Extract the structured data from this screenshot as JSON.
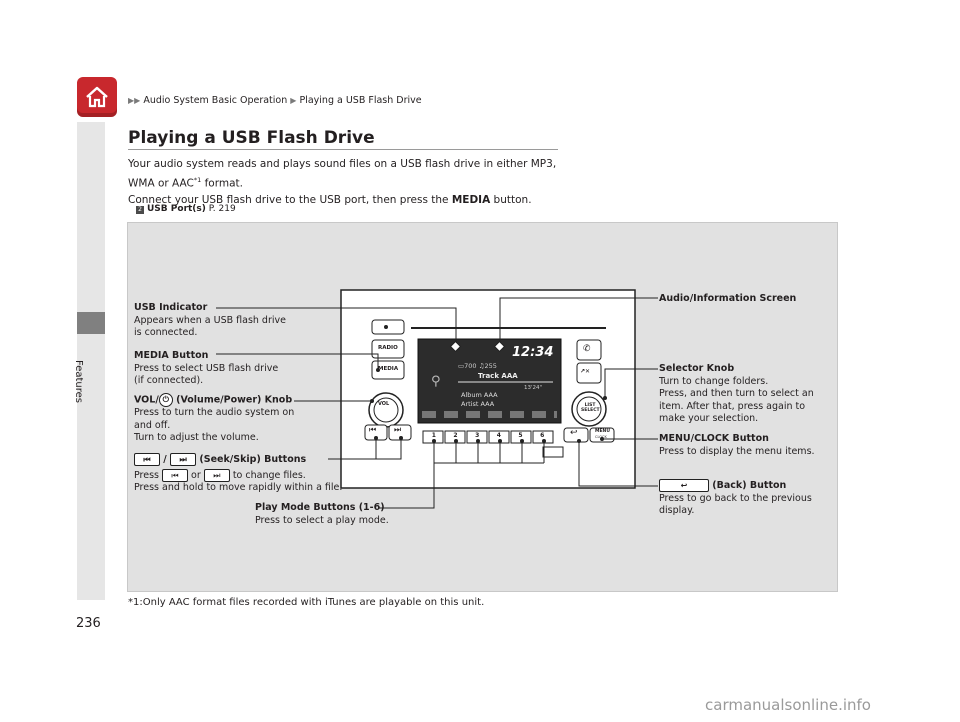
{
  "breadcrumb": {
    "arrow": "▶▶",
    "section": "Audio System Basic Operation",
    "sep": "▶",
    "page": "Playing a USB Flash Drive"
  },
  "sidebar": {
    "label": "Features"
  },
  "title": "Playing a USB Flash Drive",
  "intro": {
    "line1": "Your audio system reads and plays sound files on a USB flash drive in either MP3,",
    "line2a": "WMA or AAC",
    "line2sup": "*1",
    "line2b": " format.",
    "line3a": "Connect your USB flash drive to the USB port, then press the ",
    "line3bold": "MEDIA",
    "line3b": " button."
  },
  "reference": {
    "icon": "2",
    "label": "USB Port(s)",
    "page": " P. 219"
  },
  "figure": {
    "labels": {
      "usb_indicator": {
        "title": "USB Indicator",
        "desc1": "Appears when a USB flash drive",
        "desc2": "is connected."
      },
      "media_button": {
        "title": "MEDIA Button",
        "desc1": "Press to select USB flash drive",
        "desc2": "(if connected)."
      },
      "vol_knob": {
        "title_a": "VOL/",
        "title_b": " (Volume/Power) Knob",
        "desc1": "Press to turn the audio system on",
        "desc2": "and off.",
        "desc3": "Turn to adjust the volume."
      },
      "seek_skip": {
        "slash": " / ",
        "title": " (Seek/Skip) Buttons",
        "desc1a": "Press ",
        "desc1b": " or ",
        "desc1c": " to change files.",
        "desc2": "Press and hold to move rapidly within a file."
      },
      "play_mode": {
        "title": "Play Mode Buttons (1-6)",
        "desc": "Press to select a play mode."
      },
      "audio_screen": {
        "title": "Audio/Information Screen"
      },
      "selector_knob": {
        "title": "Selector Knob",
        "desc1": "Turn to change folders.",
        "desc2": "Press, and then turn to select an",
        "desc3": "item. After that, press again to",
        "desc4": "make your selection."
      },
      "menu_clock": {
        "title": "MENU/CLOCK Button",
        "desc": "Press to display the menu items."
      },
      "back_button": {
        "title": " (Back) Button",
        "desc1": "Press to go back to the previous",
        "desc2": "display."
      }
    },
    "unit": {
      "radio_label": "RADIO",
      "media_label": "MEDIA",
      "vol_label": "VOL",
      "list_select_label": "LIST\nSELECT",
      "menu_label": "MENU",
      "clock_label": "CLOCK",
      "preset_buttons": [
        "1",
        "2",
        "3",
        "4",
        "5",
        "6"
      ],
      "screen": {
        "clock": "12:34",
        "folder": "700",
        "track_number": "255",
        "track": "Track AAA",
        "time": "13'24\"",
        "album": "Album AAA",
        "artist": "Artist AAA"
      }
    }
  },
  "footnote": "*1:Only AAC format files recorded with iTunes are playable on this unit.",
  "page_number": "236",
  "watermark": "carmanualsonline.info",
  "colors": {
    "home_icon": "#c8282d",
    "panel": "#e1e1e1",
    "sidebar_tab": "#808080"
  }
}
